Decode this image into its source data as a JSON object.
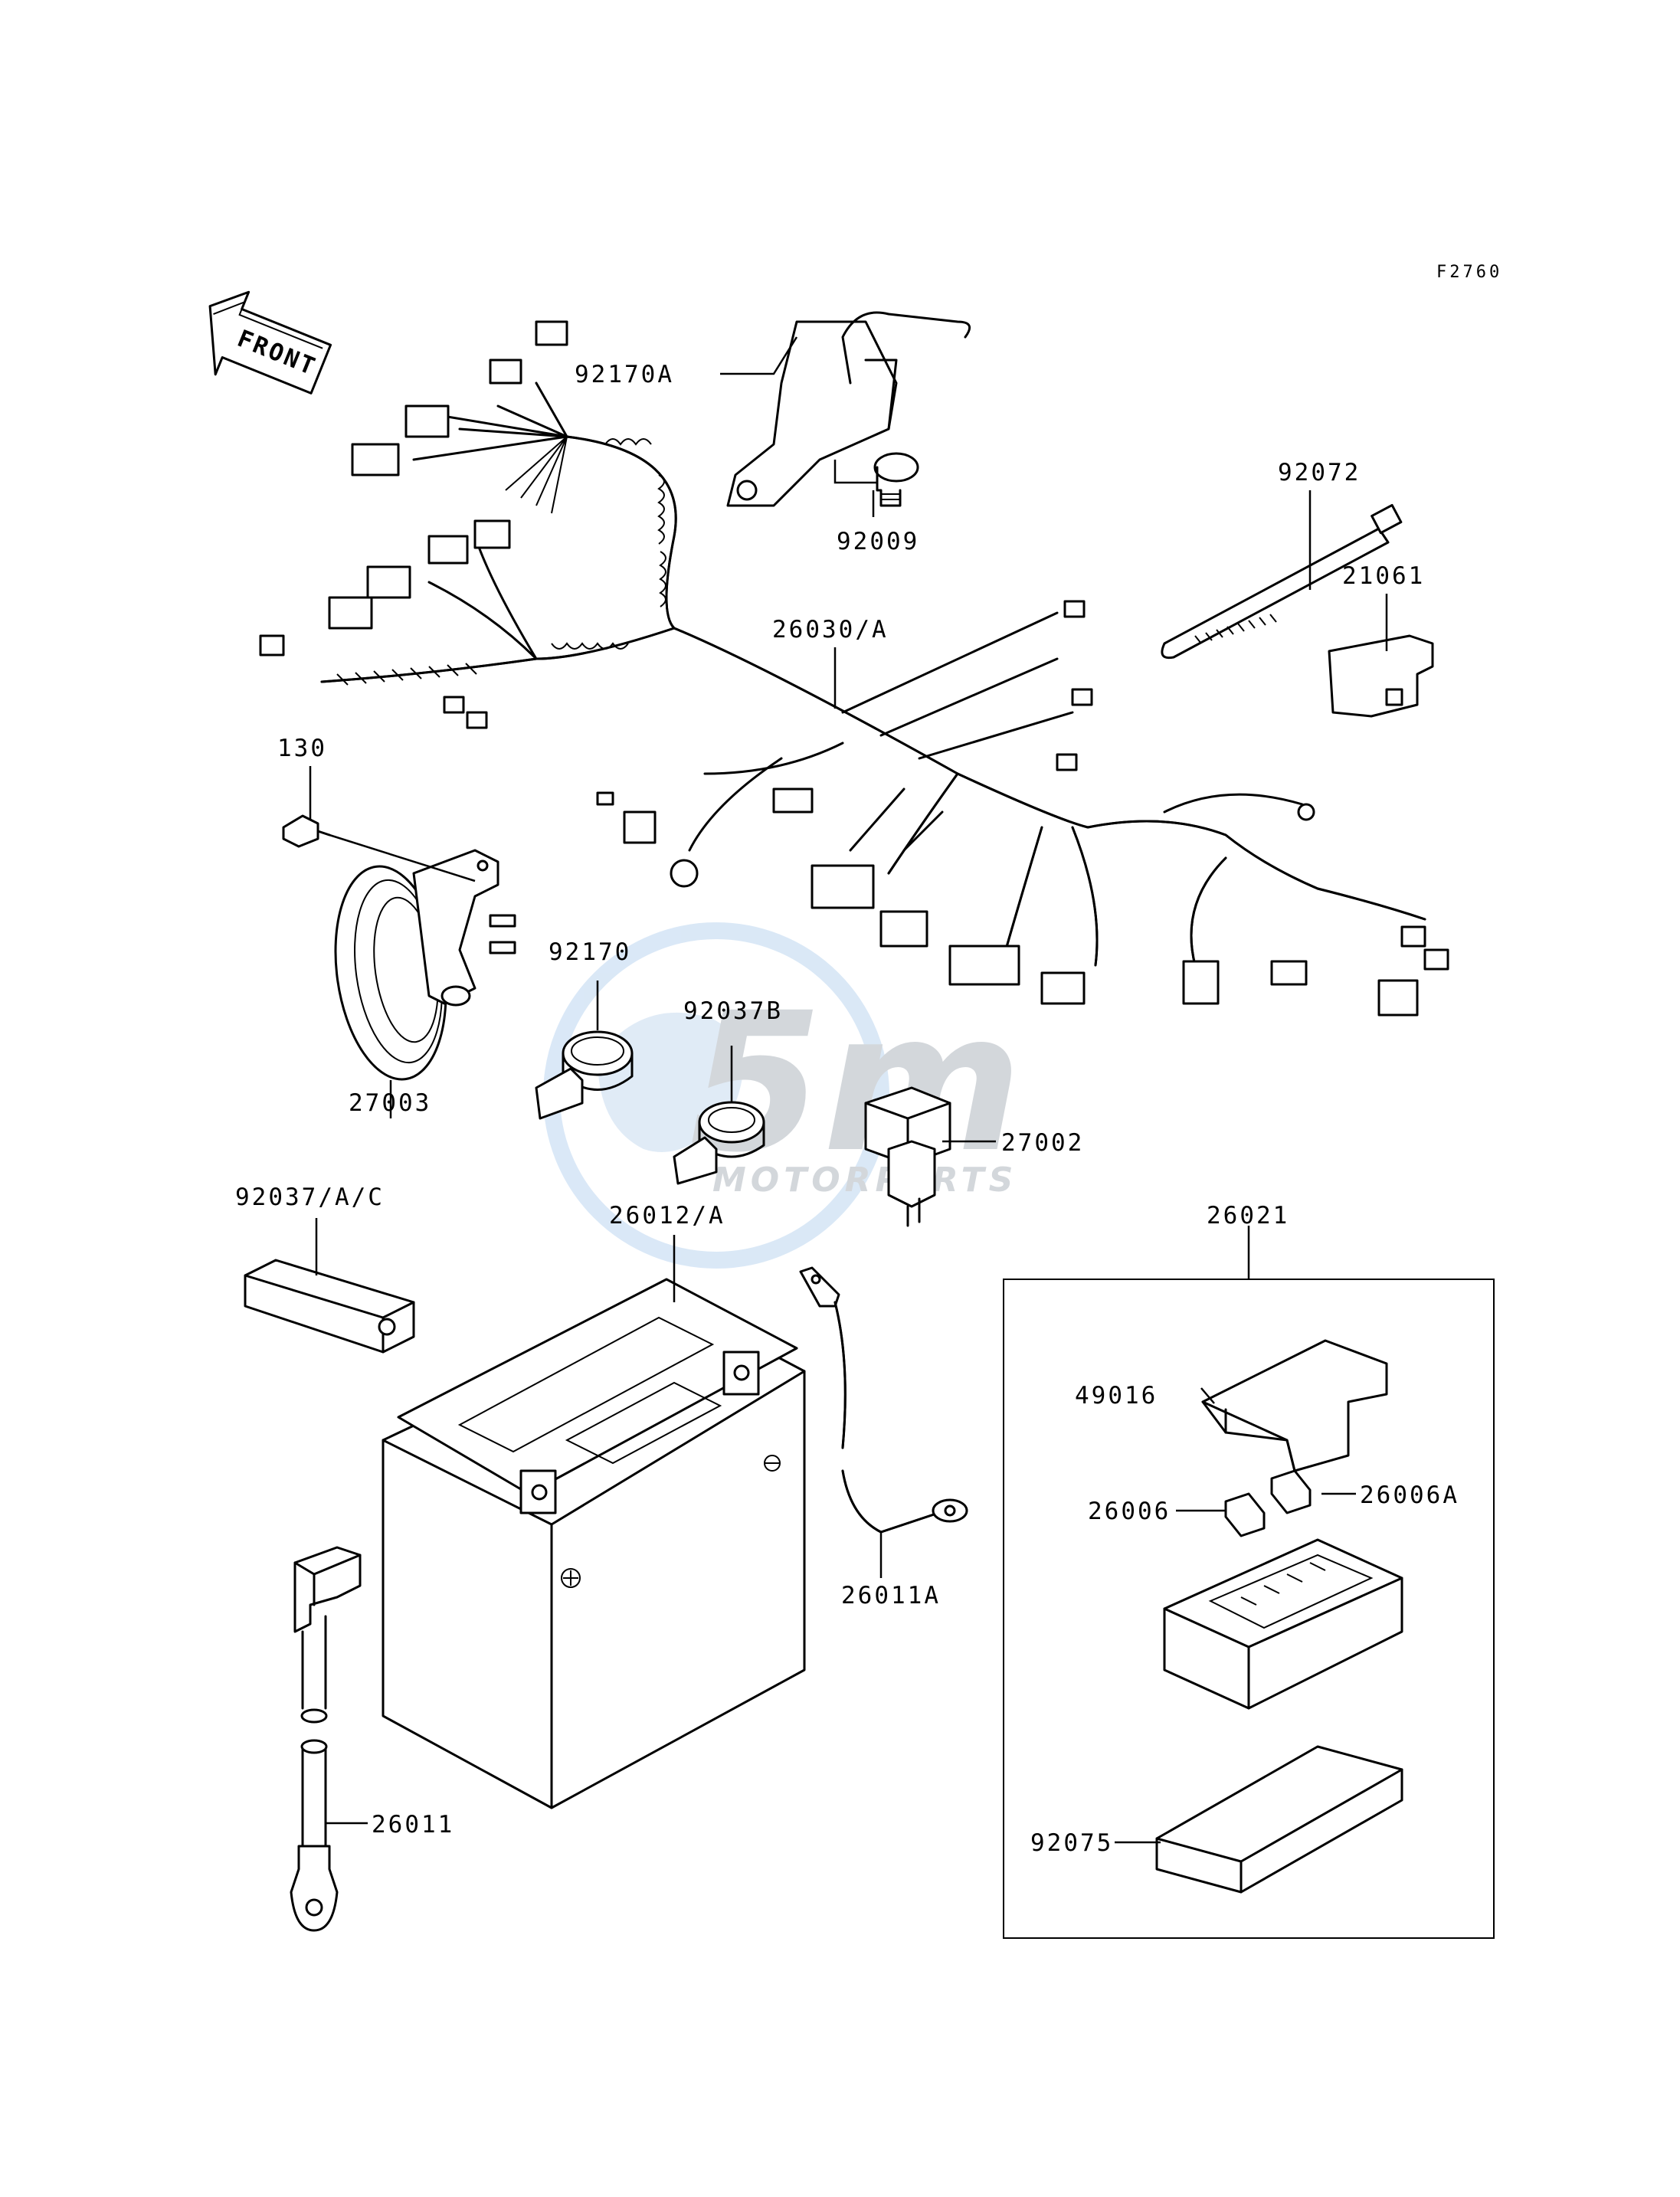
{
  "figure_code": "F2760",
  "front_marker": "FRONT",
  "watermark": {
    "logo_text": "5m",
    "sub_text": "MOTORPARTS",
    "colors": {
      "blue": "#cfe0f3",
      "gray": "#cfd3d8"
    }
  },
  "part_labels": {
    "p92170A": "92170A",
    "p92009": "92009",
    "p92072": "92072",
    "p21061": "21061",
    "p26030A": "26030/A",
    "p130": "130",
    "p92170": "92170",
    "p92037B": "92037B",
    "p27002": "27002",
    "p27003": "27003",
    "p92037AC": "92037/A/C",
    "p26012A": "26012/A",
    "p26021": "26021",
    "p49016": "49016",
    "p26006": "26006",
    "p26006A": "26006A",
    "p26011A": "26011A",
    "p26011": "26011",
    "p92075": "92075"
  },
  "colors": {
    "line": "#000000",
    "background": "#ffffff"
  }
}
